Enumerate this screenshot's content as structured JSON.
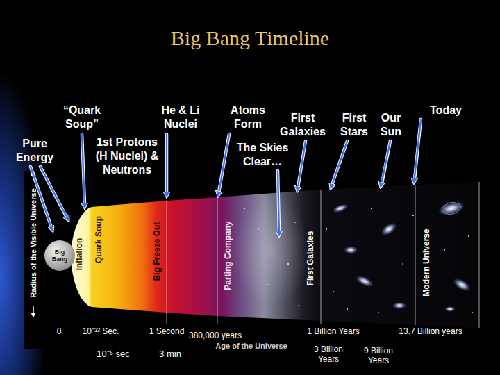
{
  "diagram": {
    "title": "Big Bang Timeline",
    "nodes": [
      {
        "text": [
          "Big Bang"
        ]
      }
    ],
    "labels": [
      "“Quark Soup”",
      "He & Li Nuclei",
      "Atoms Form",
      "First Galaxies",
      "First Stars",
      "Our Sun",
      "Today",
      "Pure Energy",
      "1st Protons (H Nuclei) & Neutrons",
      "The Skies Clear…",
      "Radius of the Visible Universe",
      "Inflation",
      "Quark Soup",
      "Big Freeze Out",
      "Parting Company",
      "First Galaxies",
      "Modern Universe",
      "0",
      "10⁻³² Sec.",
      "1 Second",
      "1 Billion Years",
      "13.7 Billion years",
      "380,000 years",
      "Age of the Universe",
      "10⁻⁶ sec",
      "3 min",
      "3 Billion Years",
      "9 Billion Years"
    ]
  }
}
